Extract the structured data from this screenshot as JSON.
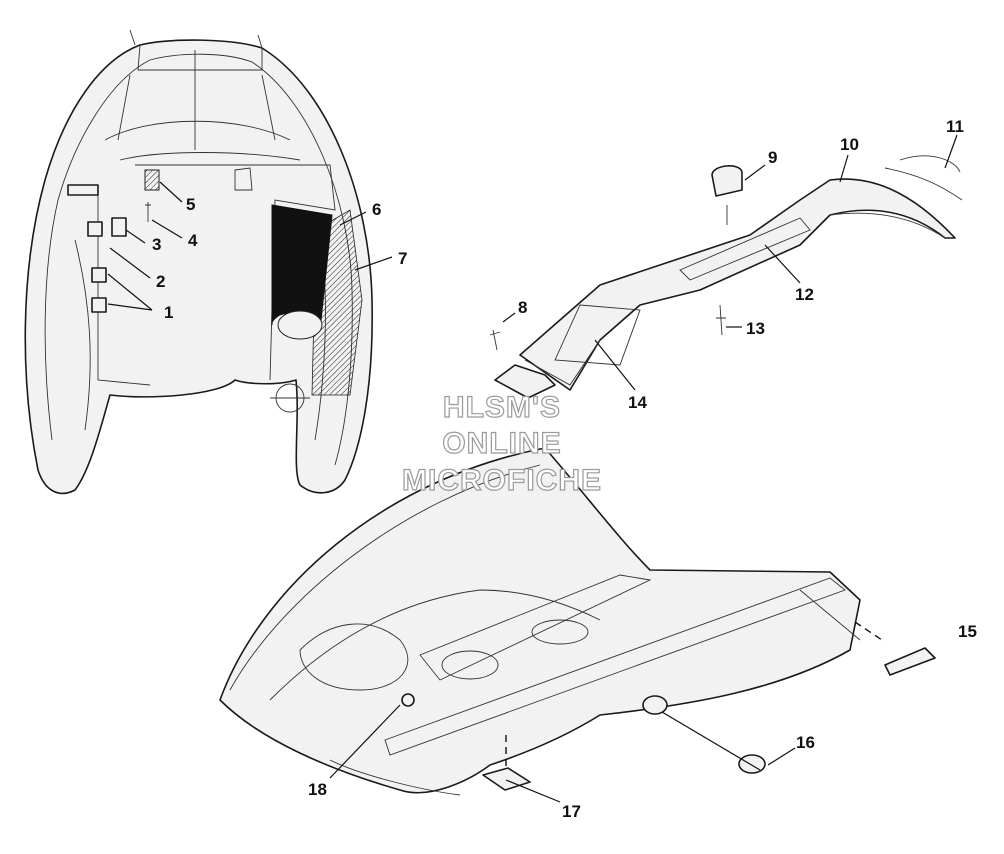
{
  "watermark": {
    "line1": "HLSM'S",
    "line2": "ONLINE",
    "line3": "MICROFICHE"
  },
  "callouts": {
    "c1": "1",
    "c2": "2",
    "c3": "3",
    "c4": "4",
    "c5": "5",
    "c6": "6",
    "c7": "7",
    "c8": "8",
    "c9": "9",
    "c10": "10",
    "c11": "11",
    "c12": "12",
    "c13": "13",
    "c14": "14",
    "c15": "15",
    "c16": "16",
    "c17": "17",
    "c18": "18"
  }
}
